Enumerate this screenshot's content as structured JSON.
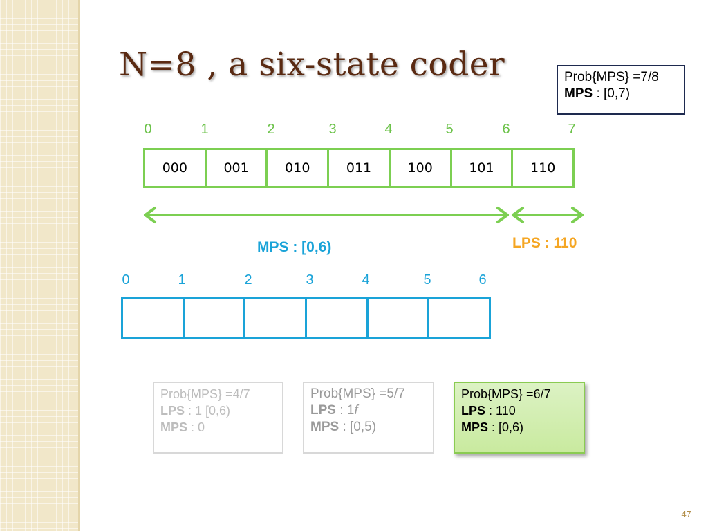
{
  "title": "N=8 , a six-state coder",
  "info_box": {
    "prob": "Prob{MPS} =7/8",
    "mps_label": "MPS",
    "mps_value": " : [0,7)"
  },
  "green_axis": [
    "0",
    "1",
    "2",
    "3",
    "4",
    "5",
    "6",
    "7"
  ],
  "green_cells": [
    "000",
    "001",
    "010",
    "011",
    "100",
    "101",
    "110"
  ],
  "mps_range_label": "MPS : [0,6)",
  "lps_label": "LPS : 110",
  "blue_axis": [
    "0",
    "1",
    "2",
    "3",
    "4",
    "5",
    "6"
  ],
  "box_a": {
    "prob": "Prob{MPS} =4/7",
    "lps_label": "LPS",
    "lps_value": " : 1 [0,6)",
    "mps_label": "MPS",
    "mps_value": " : 0"
  },
  "box_b": {
    "prob": "Prob{MPS} =5/7",
    "lps_label": "LPS",
    "lps_value": " : 1",
    "lps_italic": "f",
    "mps_label": "MPS",
    "mps_value": " : [0,5)"
  },
  "box_c": {
    "prob": "Prob{MPS} =6/7",
    "lps_label": "LPS",
    "lps_value": " : 110",
    "mps_label": "MPS",
    "mps_value": " : [0,6)"
  },
  "page_number": "47",
  "colors": {
    "title": "#5a2a12",
    "green": "#7ccf52",
    "blue": "#1aa3d8",
    "orange": "#f5a623",
    "sidebar": "#f1e7c9"
  }
}
